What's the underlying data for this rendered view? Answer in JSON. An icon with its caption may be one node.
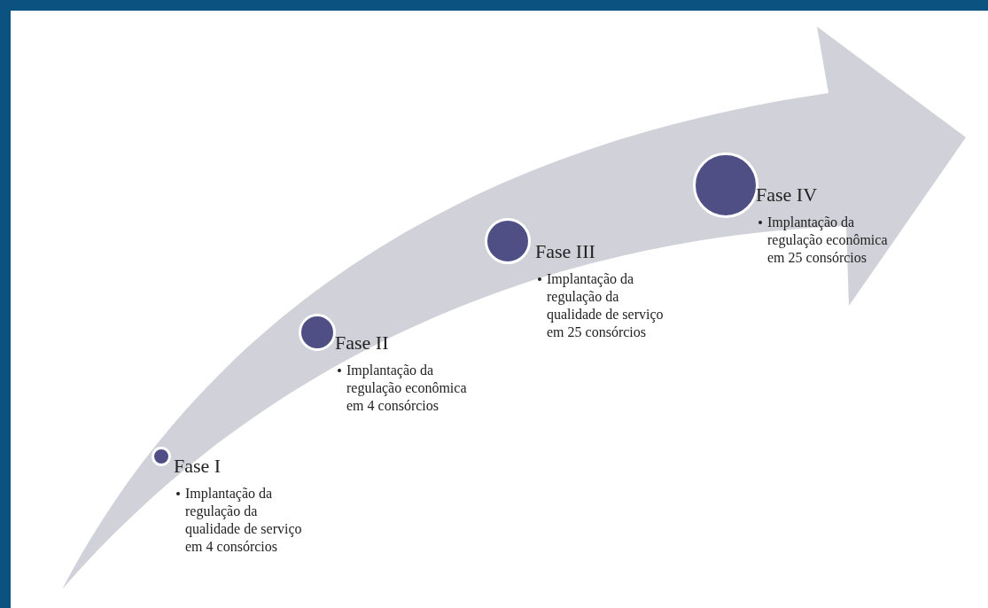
{
  "diagram": {
    "nodes": [
      {
        "text": [
          "Fase I",
          "Implantação da regulação da qualidade de serviço em 4 consórcios"
        ]
      },
      {
        "text": [
          "Fase II",
          "Implantação da regulação econômica em 4 consórcios"
        ]
      },
      {
        "text": [
          "Fase III",
          "Implantação da regulação da qualidade de serviço em 25 consórcios"
        ]
      },
      {
        "text": [
          "Fase IV",
          "Implantação da regulação econômica em 25 consórcios"
        ]
      }
    ],
    "edges": []
  }
}
